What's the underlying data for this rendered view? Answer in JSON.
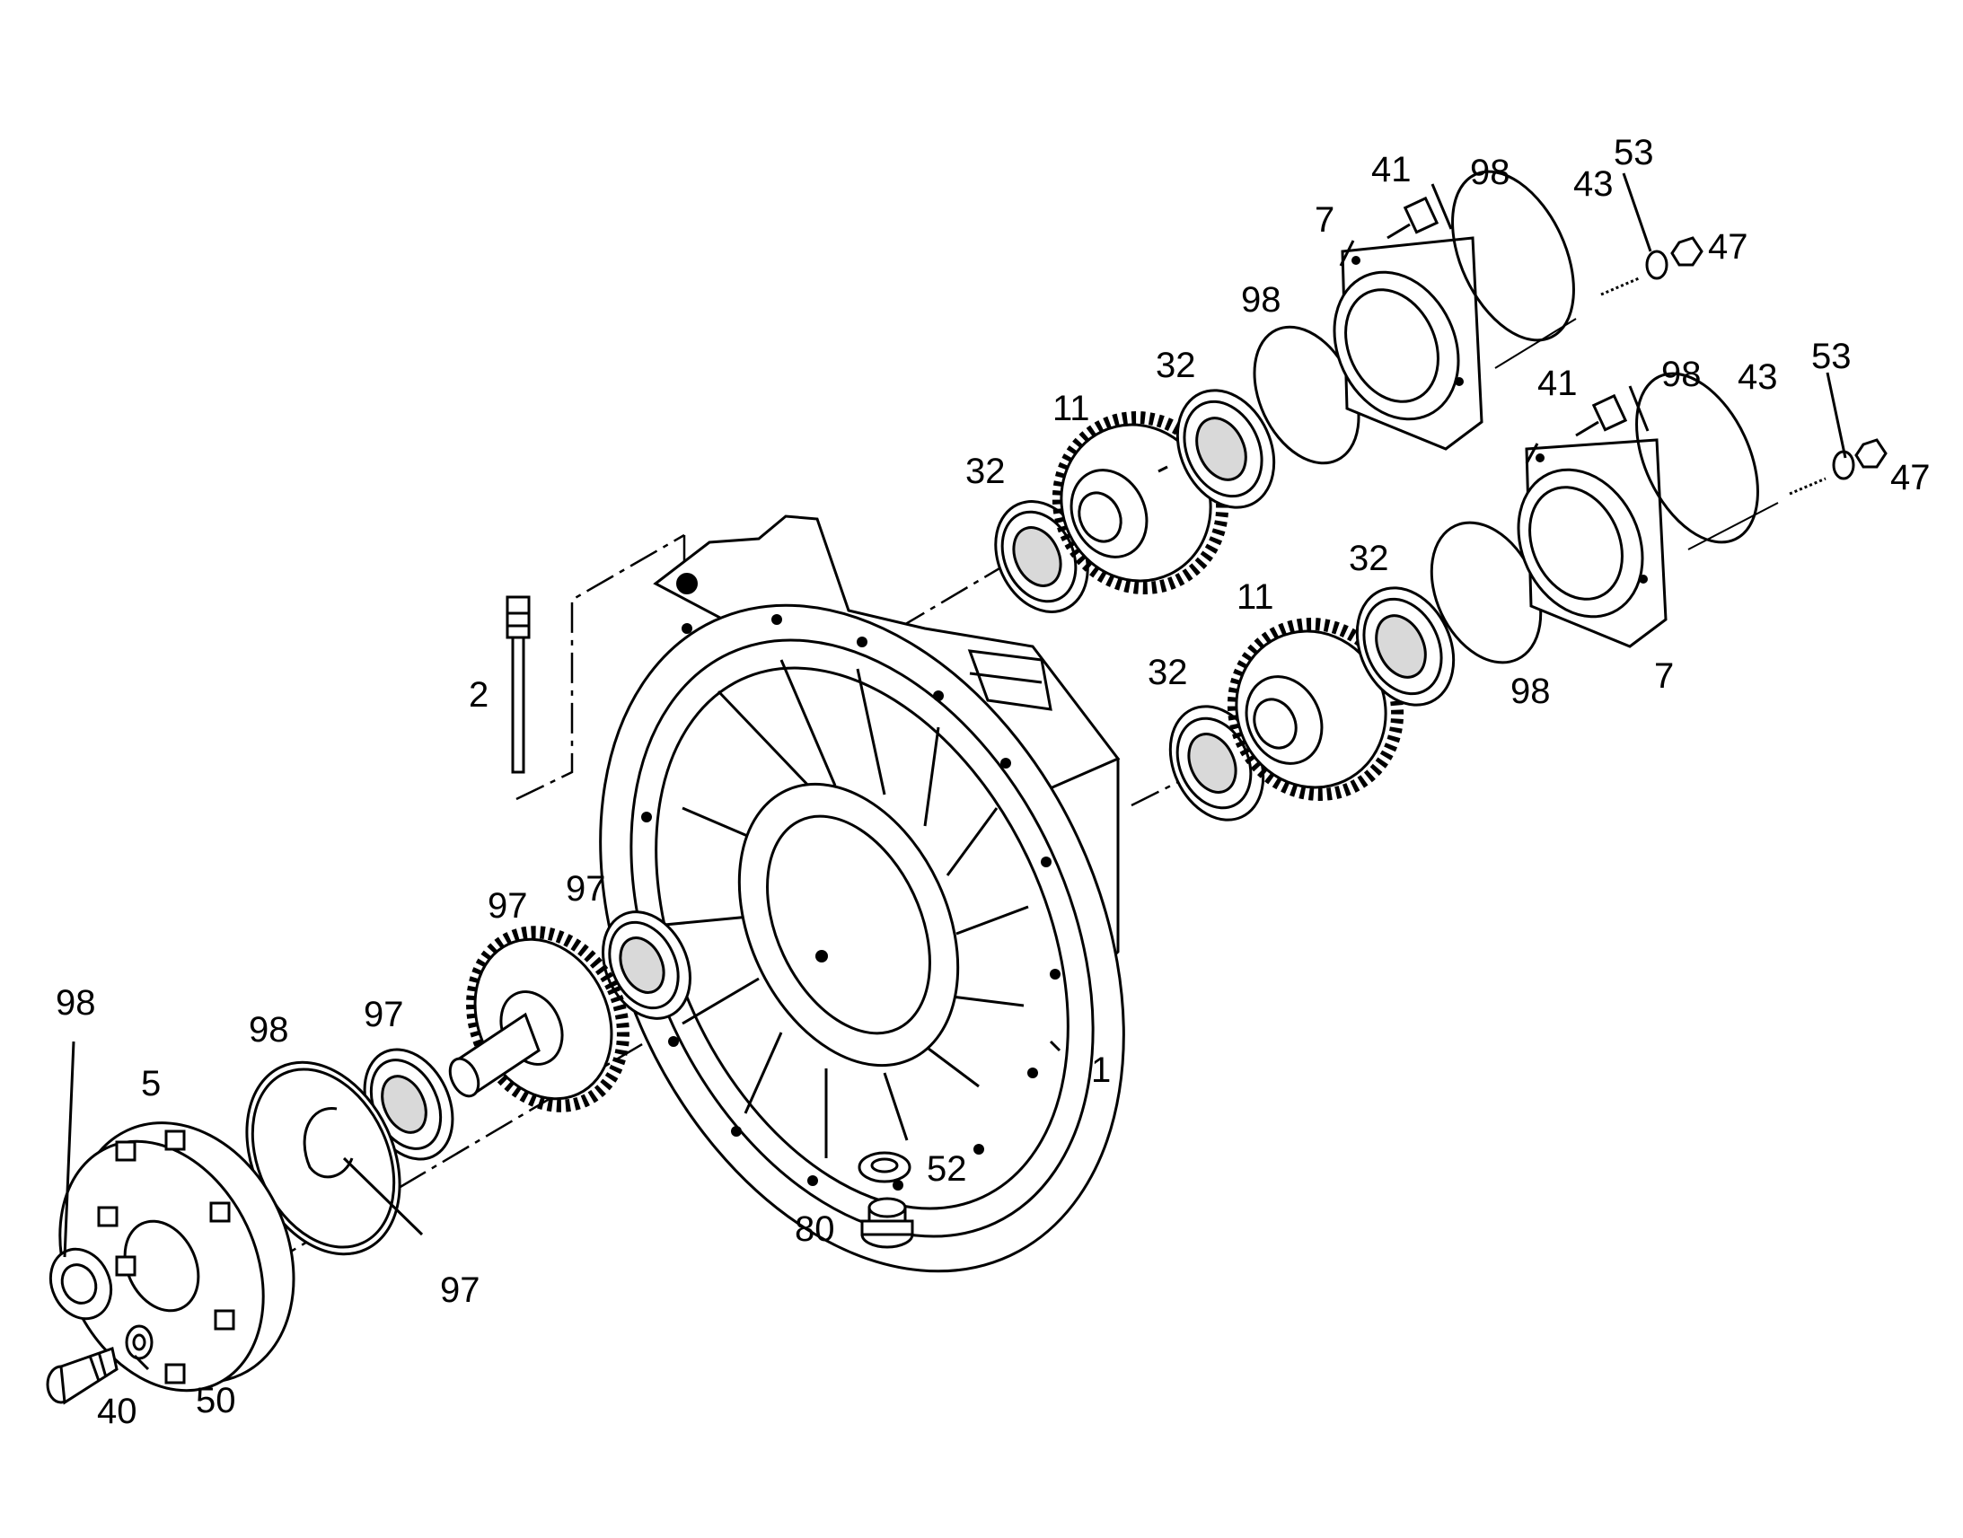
{
  "diagram": {
    "labels": {
      "l1": "1",
      "l2": "2",
      "l5": "5",
      "l7a": "7",
      "l7b": "7",
      "l11a": "11",
      "l11b": "11",
      "l32a": "32",
      "l32b": "32",
      "l32c": "32",
      "l32d": "32",
      "l40": "40",
      "l41a": "41",
      "l41b": "41",
      "l43a": "43",
      "l43b": "43",
      "l47a": "47",
      "l47b": "47",
      "l50": "50",
      "l52": "52",
      "l53a": "53",
      "l53b": "53",
      "l80": "80",
      "l97a": "97",
      "l97b": "97",
      "l97c": "97",
      "l97d": "97",
      "l98a": "98",
      "l98b": "98",
      "l98c": "98",
      "l98d": "98",
      "l98e": "98",
      "l98f": "98"
    }
  }
}
